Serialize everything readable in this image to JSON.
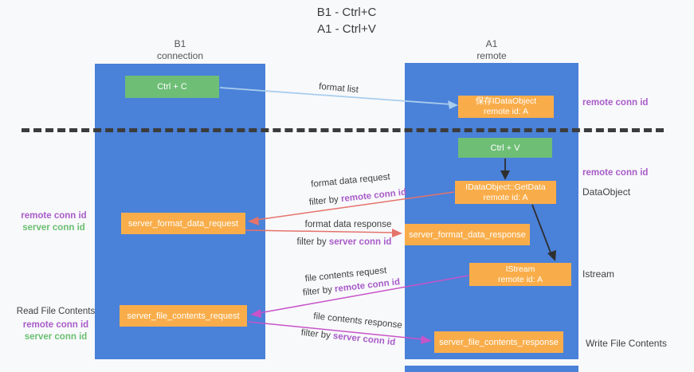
{
  "title": {
    "line1": "B1 - Ctrl+C",
    "line2": "A1 - Ctrl+V"
  },
  "lanes": {
    "left": {
      "name": "B1",
      "role": "connection"
    },
    "right": {
      "name": "A1",
      "role": "remote"
    }
  },
  "boxes": {
    "ctrl_c": {
      "label": "Ctrl + C"
    },
    "save_dataobject": {
      "line1": "保存IDataObject",
      "line2": "remote id: A"
    },
    "ctrl_v": {
      "label": "Ctrl + V"
    },
    "getdata": {
      "line1": "IDataObject::GetData",
      "line2": "remote id: A"
    },
    "format_request": {
      "label": "server_format_data_request"
    },
    "format_response": {
      "label": "server_format_data_response"
    },
    "istream": {
      "line1": "IStream",
      "line2": "remote id: A"
    },
    "file_request": {
      "label": "server_file_contents_request"
    },
    "file_response": {
      "label": "server_file_contents_response"
    }
  },
  "annotations": {
    "format_list": "format list",
    "remote_conn_id_top": "remote conn id",
    "remote_conn_id_mid": "remote conn id",
    "dataobject": "DataObject",
    "istream_label": "Istream",
    "write_file_contents": "Write File Contents",
    "read_file_contents": "Read File Contents",
    "left_mid": {
      "remote": "remote conn id",
      "server": "server conn id"
    },
    "left_bottom": {
      "remote": "remote conn id",
      "server": "server conn id"
    },
    "format_data_request": "format data request",
    "format_data_response": "format data response",
    "file_contents_request": "file contents request",
    "file_contents_response": "file contents response",
    "filter_by": "filter by",
    "remote_conn_id": "remote conn id",
    "server_conn_id": "server conn id"
  },
  "colors": {
    "lane_blue": "#4a81d9",
    "box_green": "#6ebe76",
    "box_orange": "#f9ad4a",
    "arrow_lightblue": "#a9cdee",
    "arrow_black": "#2f2f2f",
    "arrow_red": "#e5736b",
    "arrow_magenta": "#c754c9",
    "text_purple": "#a85cc8",
    "text_green": "#6abf71",
    "text_dark": "#3f3f3f",
    "dashed_line": "#3c3c3c",
    "background": "#f8f9fb"
  }
}
